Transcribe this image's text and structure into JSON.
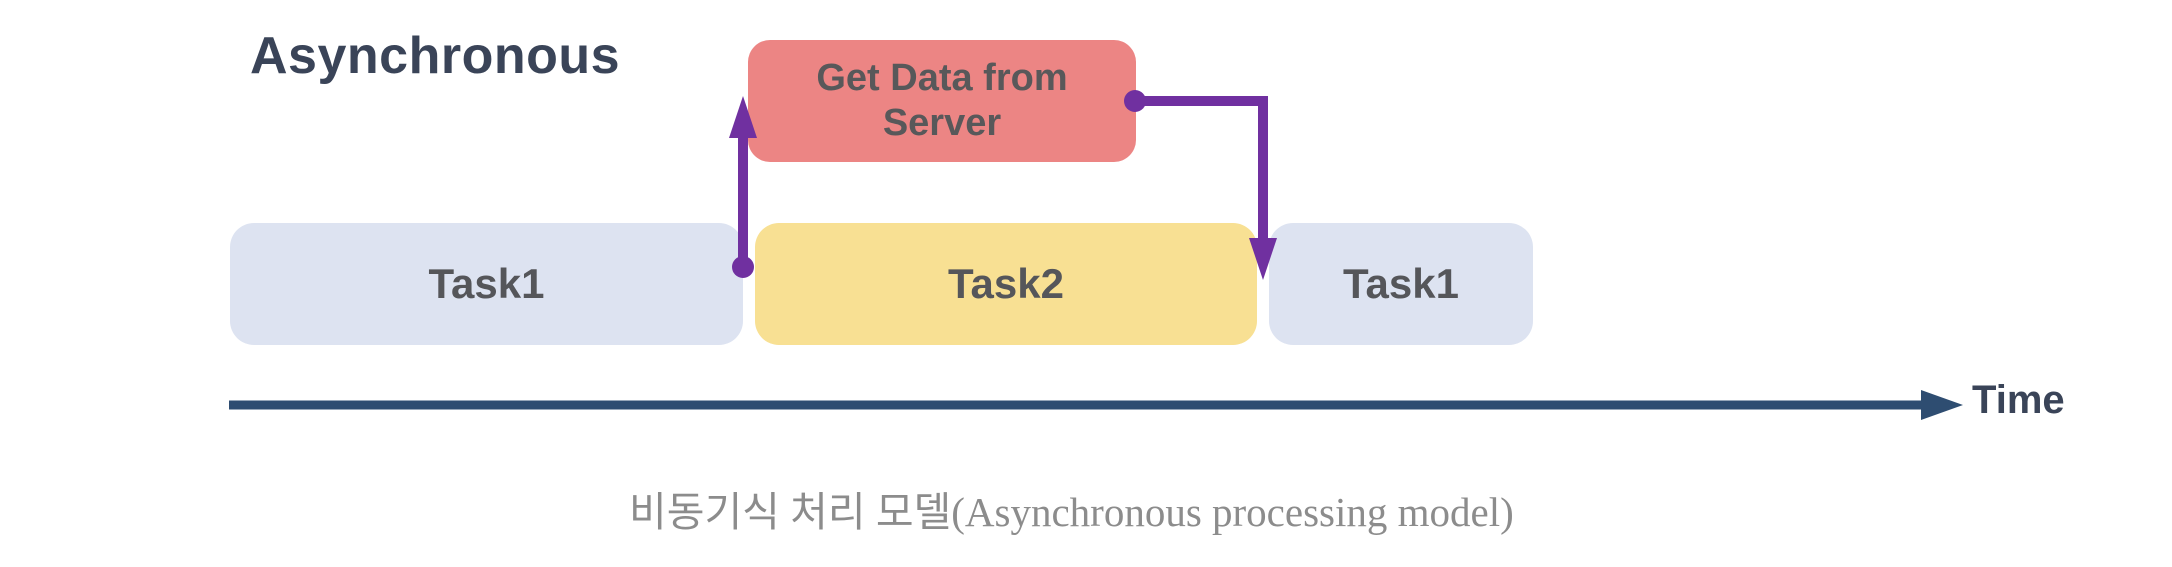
{
  "title": "Asynchronous",
  "diagram": {
    "server_box": {
      "label": "Get Data from Server"
    },
    "tasks": [
      {
        "label": "Task1",
        "color": "lavender"
      },
      {
        "label": "Task2",
        "color": "yellow"
      },
      {
        "label": "Task1",
        "color": "lavender"
      }
    ],
    "connectors": [
      {
        "name": "request-arrow",
        "description": "purple arrow from end of Task1 up to Get Data from Server"
      },
      {
        "name": "response-arrow",
        "description": "purple elbow arrow from Get Data from Server down to end of Task2"
      }
    ],
    "timeline_label": "Time"
  },
  "caption": "비동기식 처리 모델(Asynchronous processing model)",
  "colors": {
    "title_text": "#3a4458",
    "server_box_bg": "#ec8584",
    "server_box_text": "#58585a",
    "task_lavender_bg": "#dde3f1",
    "task_yellow_bg": "#f8e093",
    "task_text": "#55565a",
    "connector_purple": "#7030a0",
    "timeline_navy": "#2e4d71",
    "caption_text": "#8c8c8c"
  }
}
